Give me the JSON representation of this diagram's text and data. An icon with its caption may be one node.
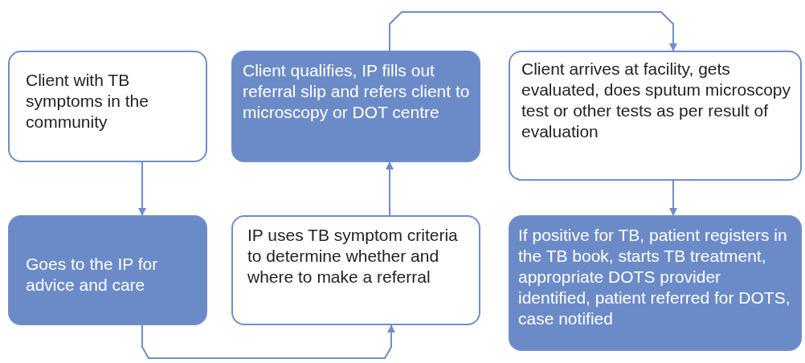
{
  "diagram": {
    "nodes": [
      {
        "text": [
          "Client with TB symptoms in the community"
        ]
      },
      {
        "text": [
          "Goes to the IP for advice and care"
        ]
      },
      {
        "text": [
          "IP uses TB symptom criteria to determine whether and where to make a referral"
        ]
      },
      {
        "text": [
          "Client qualifies, IP fills out referral slip and refers client to microscopy or DOT centre"
        ]
      },
      {
        "text": [
          "Client arrives at facility, gets evaluated, does sputum microscopy test or other tests as per result of evaluation"
        ]
      },
      {
        "text": [
          "If positive for TB, patient registers in the TB book, starts TB treatment, appropriate DOTS provider identified, patient referred for DOTS, case notified"
        ]
      }
    ],
    "edges": [
      {
        "from": 0,
        "to": 1,
        "arrow": "to"
      },
      {
        "from": 1,
        "to": 2,
        "arrow": "to"
      },
      {
        "from": 2,
        "to": 3,
        "arrow": "to"
      },
      {
        "from": 3,
        "to": 4,
        "arrow": "to"
      },
      {
        "from": 4,
        "to": 5,
        "arrow": "to"
      }
    ]
  }
}
